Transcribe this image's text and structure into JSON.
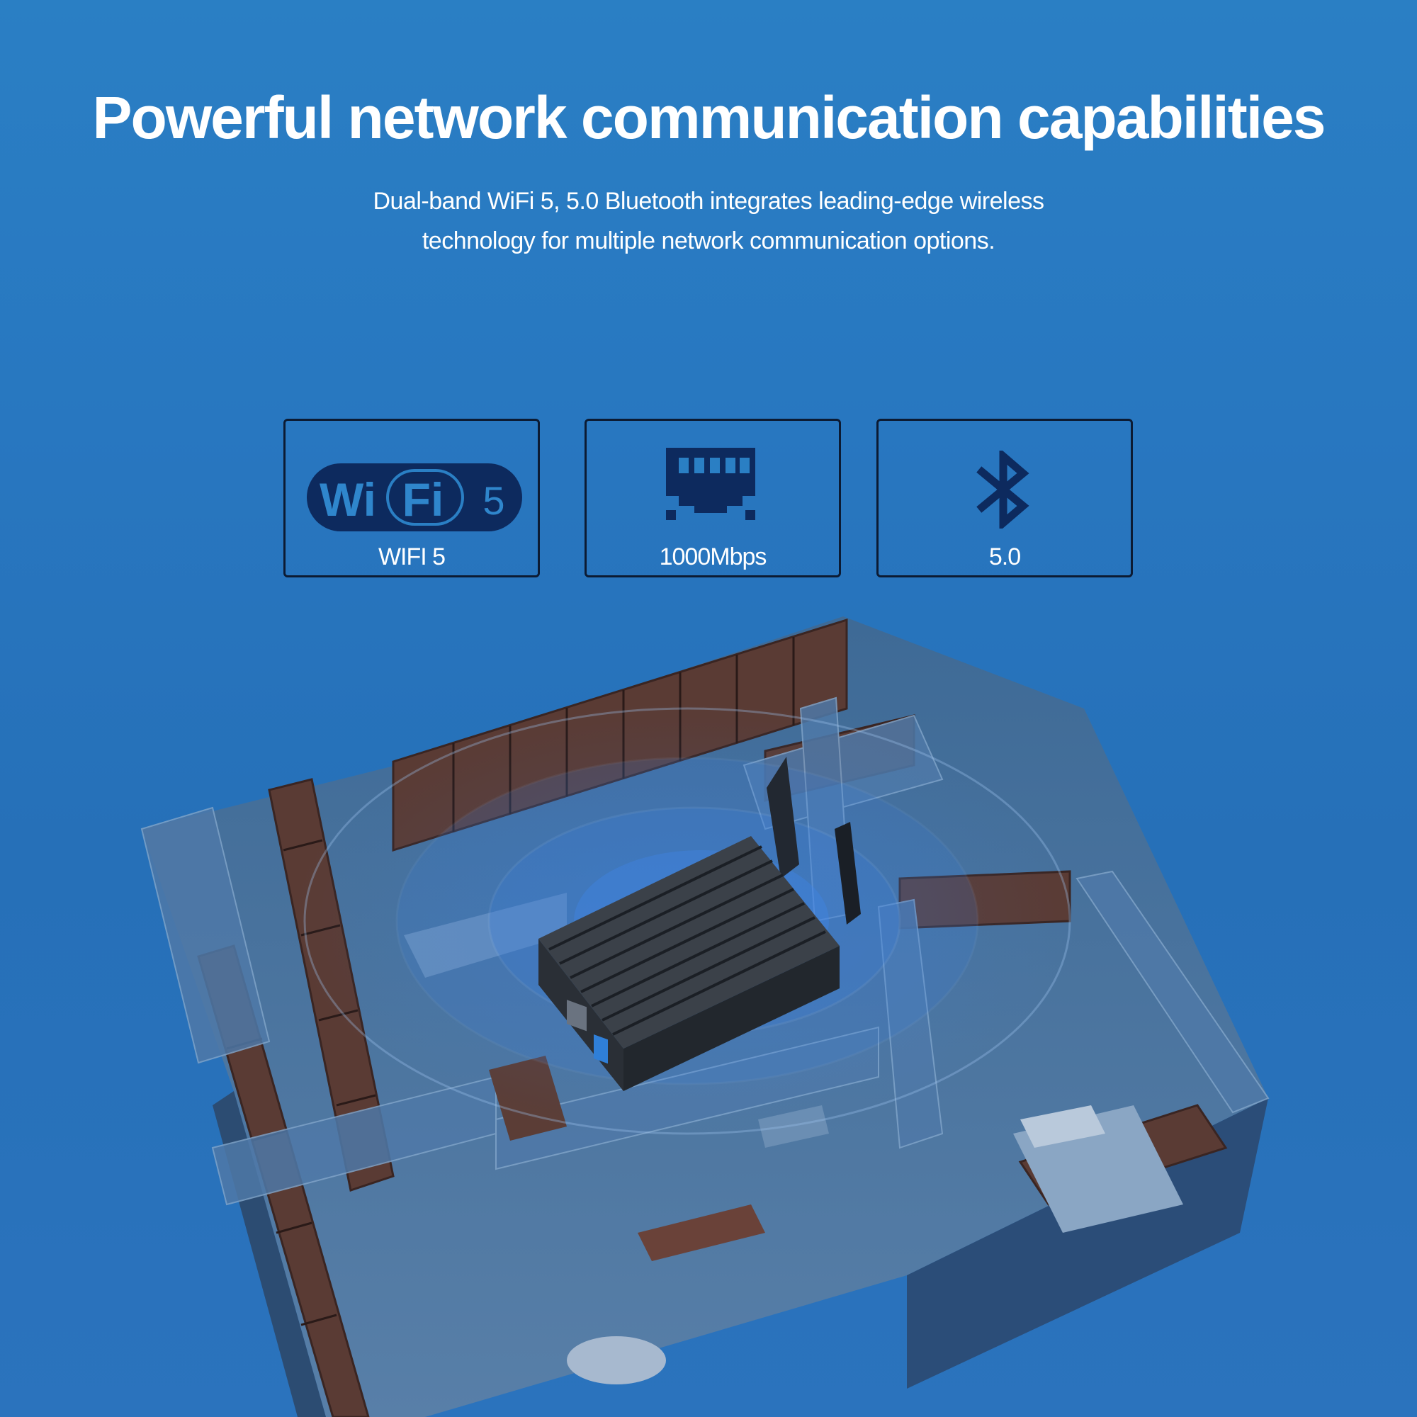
{
  "headline": "Powerful network communication capabilities",
  "subtitle_line1": "Dual-band WiFi 5, 5.0 Bluetooth integrates leading-edge wireless",
  "subtitle_line2": "technology for multiple network communication options.",
  "features": [
    {
      "icon": "wifi-5-logo-icon",
      "logo_wi": "Wi",
      "logo_fi": "Fi",
      "logo_5": "5",
      "label": "WIFI 5"
    },
    {
      "icon": "ethernet-port-icon",
      "label": "1000Mbps"
    },
    {
      "icon": "bluetooth-icon",
      "label": "5.0"
    }
  ],
  "colors": {
    "background": "#2877c0",
    "icon_navy": "#0d2a5e",
    "card_border": "#0c1b33",
    "text": "#ffffff"
  }
}
